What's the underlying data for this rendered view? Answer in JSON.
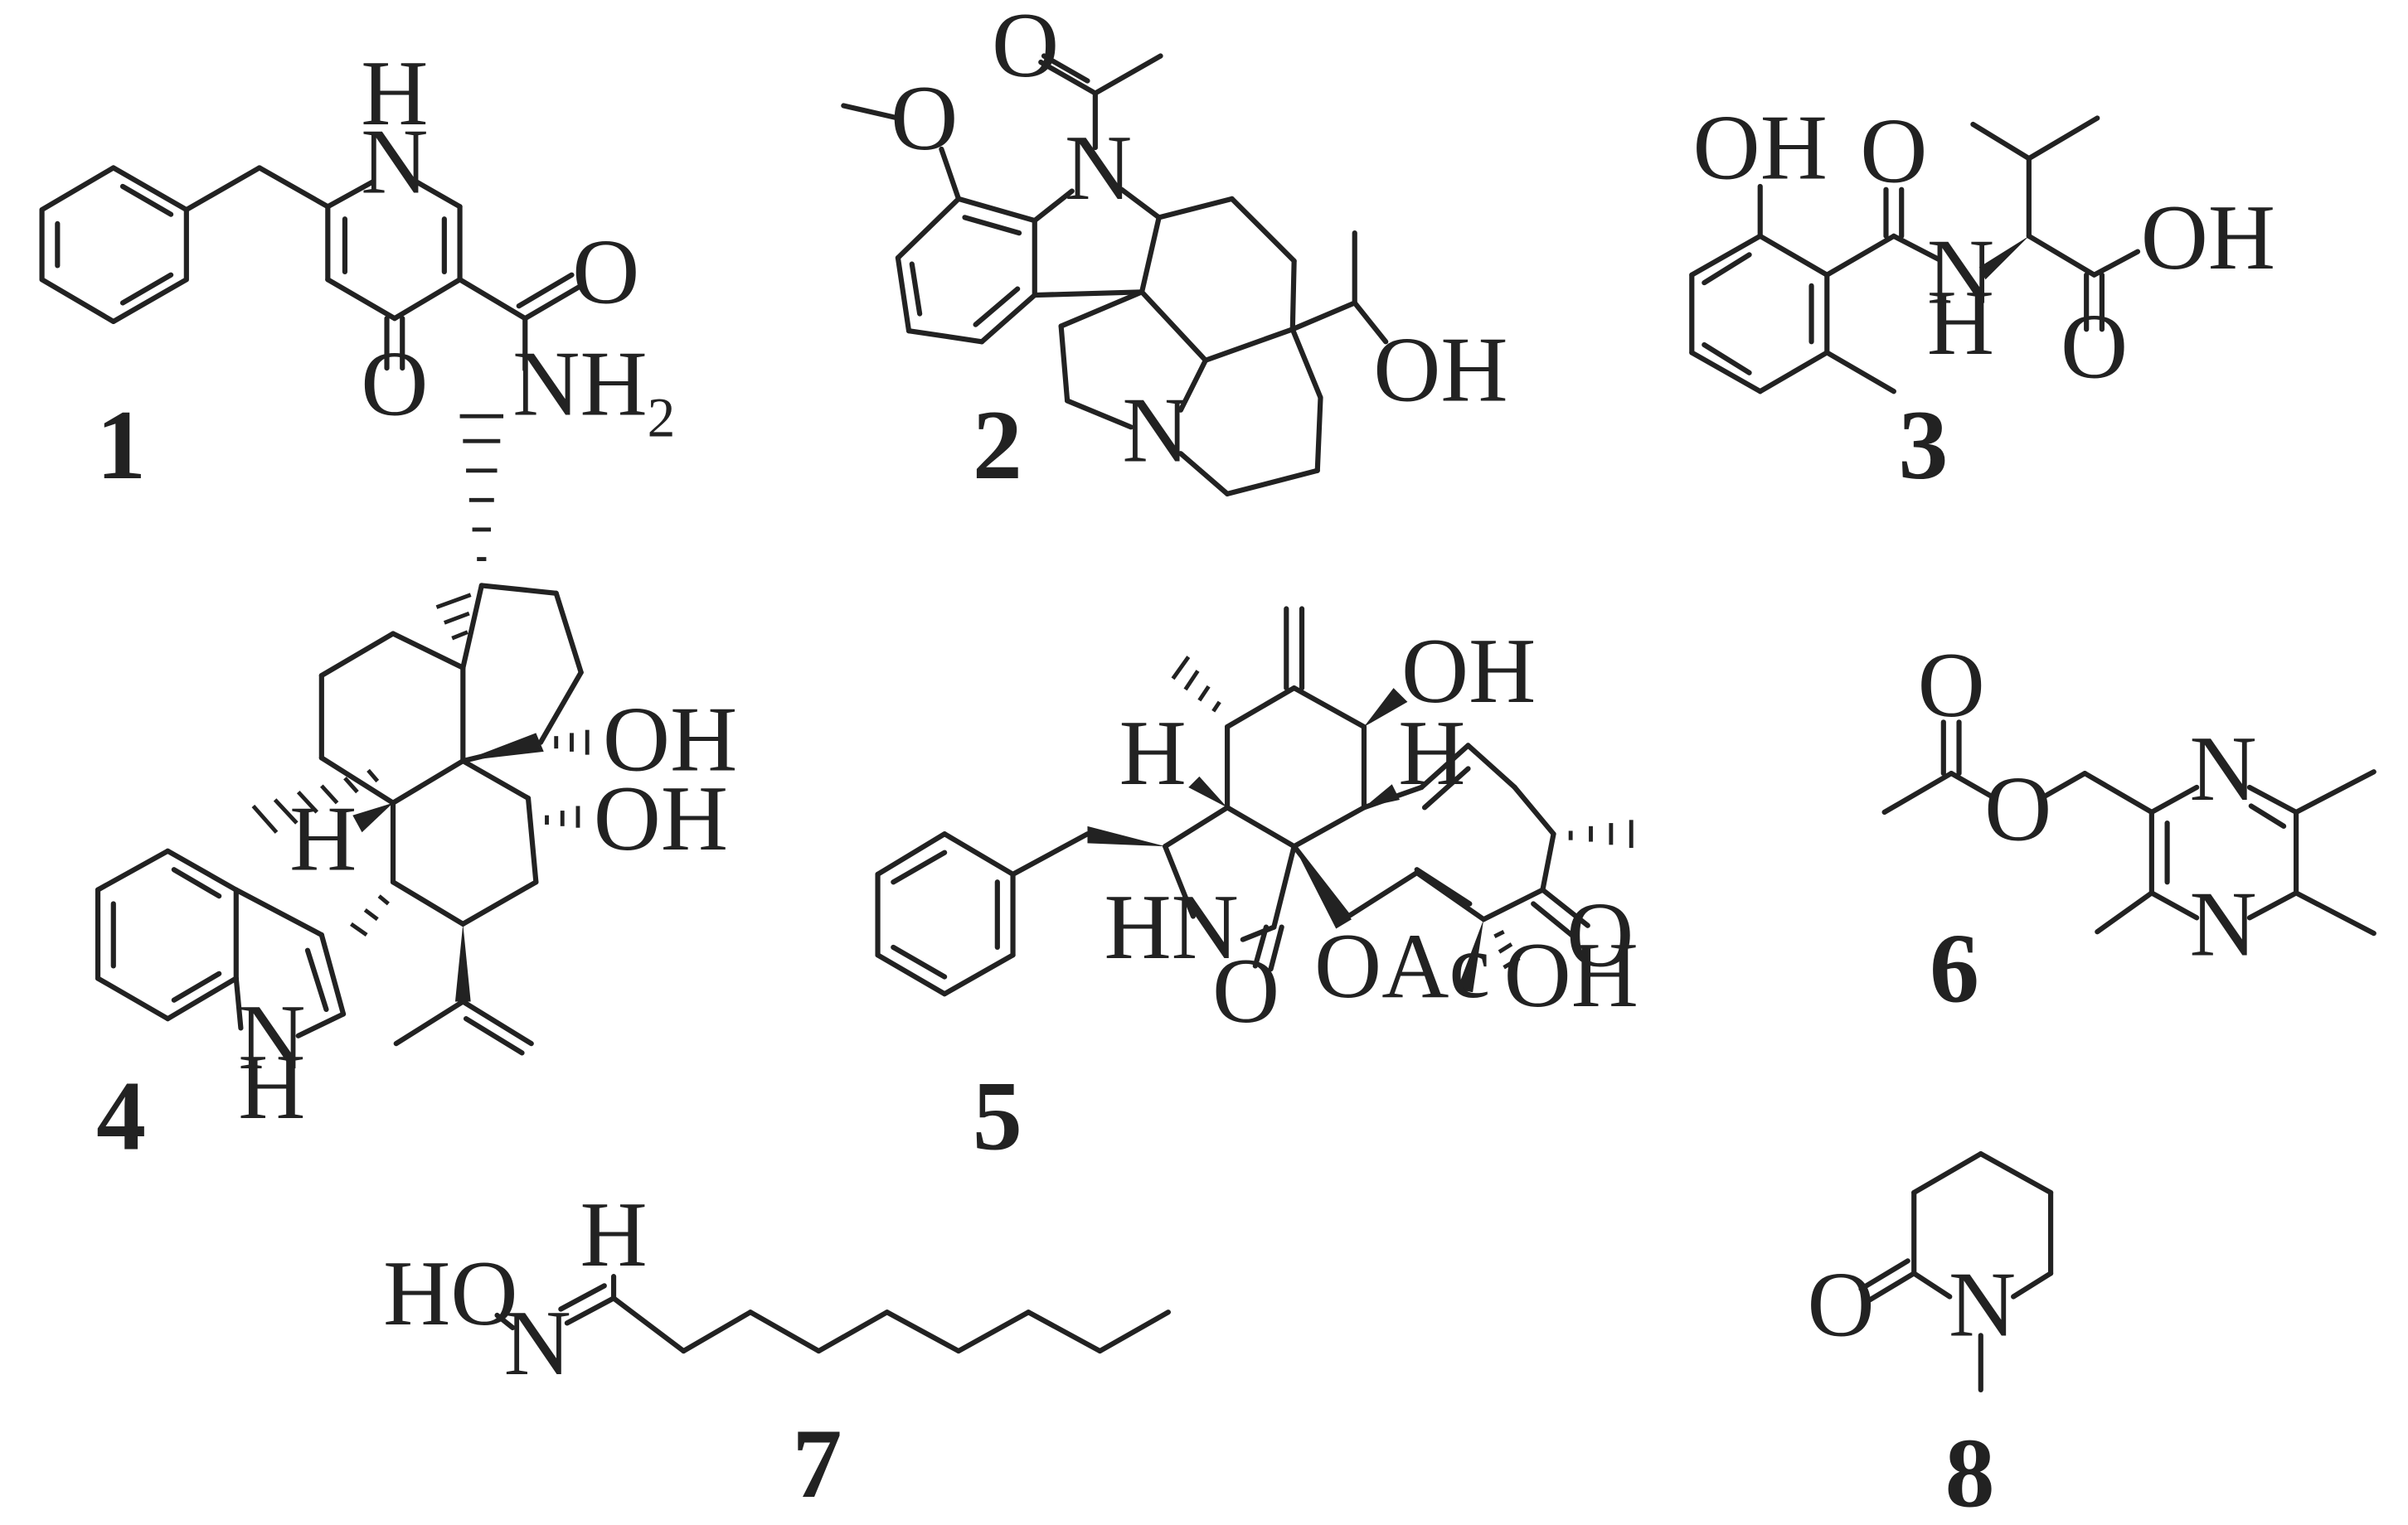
{
  "compounds": [
    {
      "number": "1",
      "atoms": [
        "H",
        "N",
        "O",
        "O",
        "NH",
        "2"
      ]
    },
    {
      "number": "2",
      "atoms": [
        "O",
        "O",
        "N",
        "N",
        "OH"
      ]
    },
    {
      "number": "3",
      "atoms": [
        "OH",
        "O",
        "N",
        "H",
        "OH",
        "O"
      ]
    },
    {
      "number": "4",
      "atoms": [
        "OH",
        "OH",
        "H",
        "N",
        "H"
      ]
    },
    {
      "number": "5",
      "atoms": [
        "OH",
        "H",
        "H",
        "HN",
        "O",
        "OAc",
        "O",
        "OH"
      ]
    },
    {
      "number": "6",
      "atoms": [
        "O",
        "O",
        "N",
        "N"
      ]
    },
    {
      "number": "7",
      "atoms": [
        "H",
        "HO",
        "N"
      ]
    },
    {
      "number": "8",
      "atoms": [
        "O",
        "N"
      ]
    }
  ]
}
